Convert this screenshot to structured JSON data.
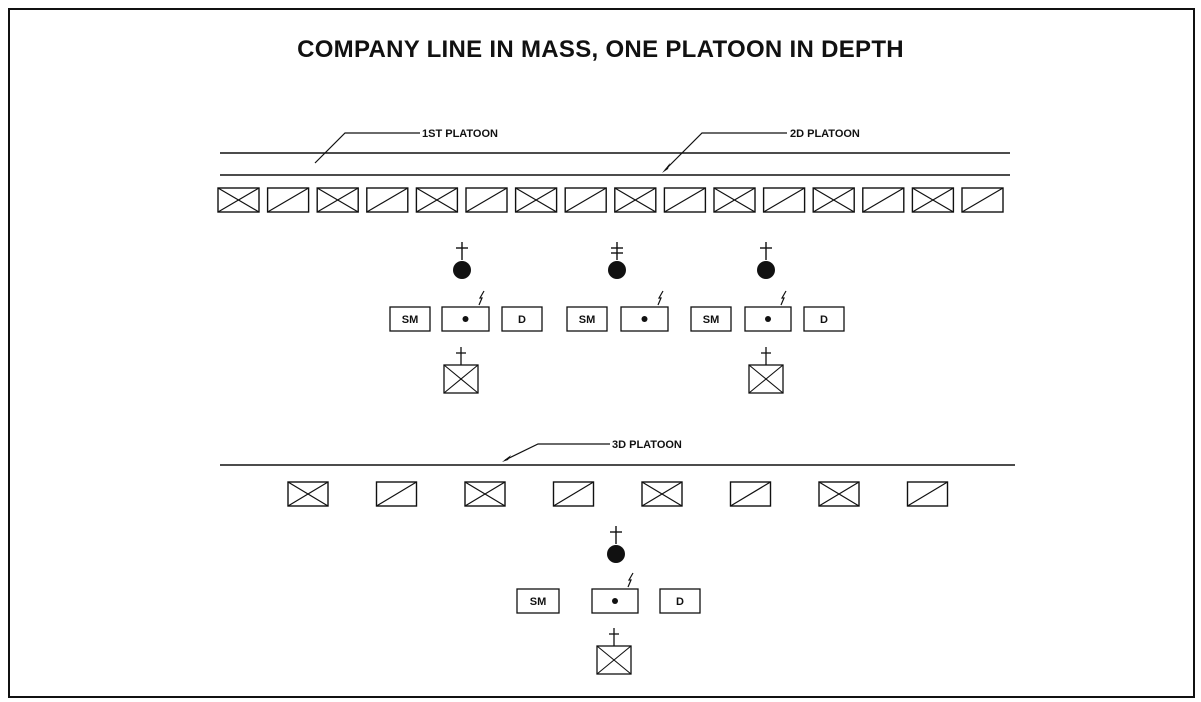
{
  "title": "COMPANY LINE IN MASS, ONE PLATOON IN DEPTH",
  "labels": {
    "platoon1": "1ST PLATOON",
    "platoon2": "2D PLATOON",
    "platoon3": "3D PLATOON"
  },
  "symbols": {
    "sergeant_major": "SM",
    "drummer": "D"
  },
  "colors": {
    "ink": "#111111",
    "paper": "#ffffff"
  }
}
